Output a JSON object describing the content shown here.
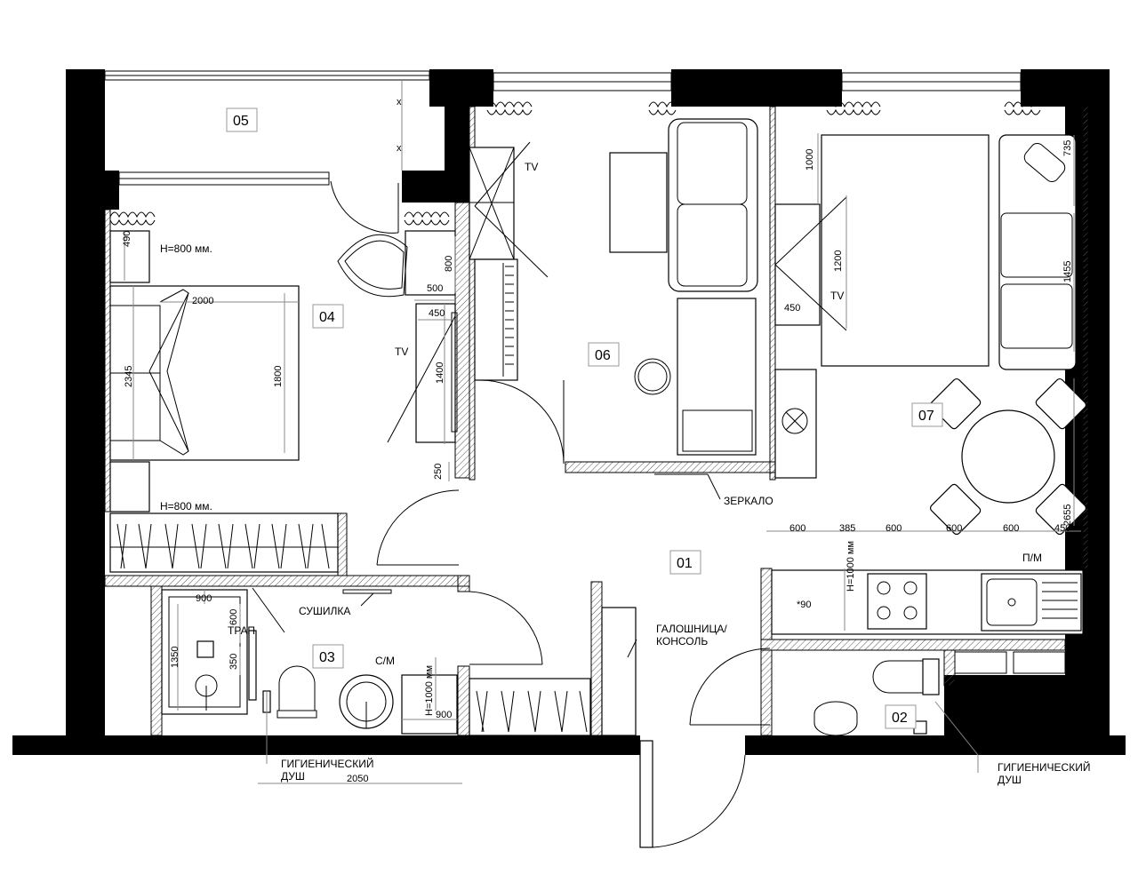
{
  "rooms": [
    {
      "id": "01",
      "label": "01"
    },
    {
      "id": "02",
      "label": "02"
    },
    {
      "id": "03",
      "label": "03"
    },
    {
      "id": "04",
      "label": "04"
    },
    {
      "id": "05",
      "label": "05"
    },
    {
      "id": "06",
      "label": "06"
    },
    {
      "id": "07",
      "label": "07"
    }
  ],
  "labels": {
    "tv_room04": "TV",
    "tv_room06": "TV",
    "tv_room07": "TV",
    "height_top": "H=800 мм.",
    "height_bottom": "H=800 мм.",
    "mirror": "ЗЕРКАЛО",
    "dryer": "СУШИЛКА",
    "drain": "ТРАП",
    "washer": "С/М",
    "washer_height": "H=1000 мм",
    "kitchen_height": "H=1000 мм",
    "shoe_rack_1": "ГАЛОШНИЦА/",
    "shoe_rack_2": "КОНСОЛЬ",
    "dishwasher": "П/М",
    "hygiene_shower_left_1": "ГИГИЕНИЧЕСКИЙ",
    "hygiene_shower_left_2": "ДУШ",
    "hygiene_shower_right_1": "ГИГИЕНИЧЕСКИЙ",
    "hygiene_shower_right_2": "ДУШ",
    "star90": "*90"
  },
  "dimensions": {
    "d490": "490",
    "d2000": "2000",
    "d2345": "2345",
    "d1800": "1800",
    "d800": "800",
    "d500": "500",
    "d450a": "450",
    "d1400": "1400",
    "d250": "250",
    "d1000": "1000",
    "d1200": "1200",
    "d450b": "450",
    "d735": "735",
    "d1455": "1455",
    "d2655": "2655",
    "d600a": "600",
    "d385": "385",
    "d600b": "600",
    "d600c": "600",
    "d600d": "600",
    "d450c": "450",
    "d900a": "900",
    "d600e": "600",
    "d1350": "1350",
    "d350": "350",
    "d900b": "900",
    "d2050": "2050"
  }
}
